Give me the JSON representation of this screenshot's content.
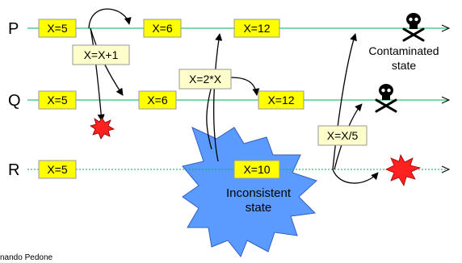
{
  "processes": [
    {
      "name": "P"
    },
    {
      "name": "Q"
    },
    {
      "name": "R"
    }
  ],
  "boxes": {
    "p1": "X=5",
    "p2": "X=6",
    "p3": "X=12",
    "q1": "X=5",
    "q2": "X=6",
    "q3": "X=12",
    "r1": "X=5",
    "r2": "X=10"
  },
  "messages": {
    "increment": "X=X+1",
    "double": "X=2*X",
    "divide": "X=X/5"
  },
  "annotations": {
    "contaminated_line1": "Contaminated",
    "contaminated_line2": "state",
    "inconsistent_line1": "Inconsistent",
    "inconsistent_line2": "state",
    "credit": "nando Pedone"
  },
  "icons": {
    "skull": "skull-crossbones-icon",
    "explosion": "explosion-icon"
  },
  "colors": {
    "box_fill": "#ffff00",
    "note_fill": "#ffffcc",
    "blob_fill": "#5b9bff",
    "explosion_fill": "#ff2020",
    "green_line": "#00b050"
  }
}
